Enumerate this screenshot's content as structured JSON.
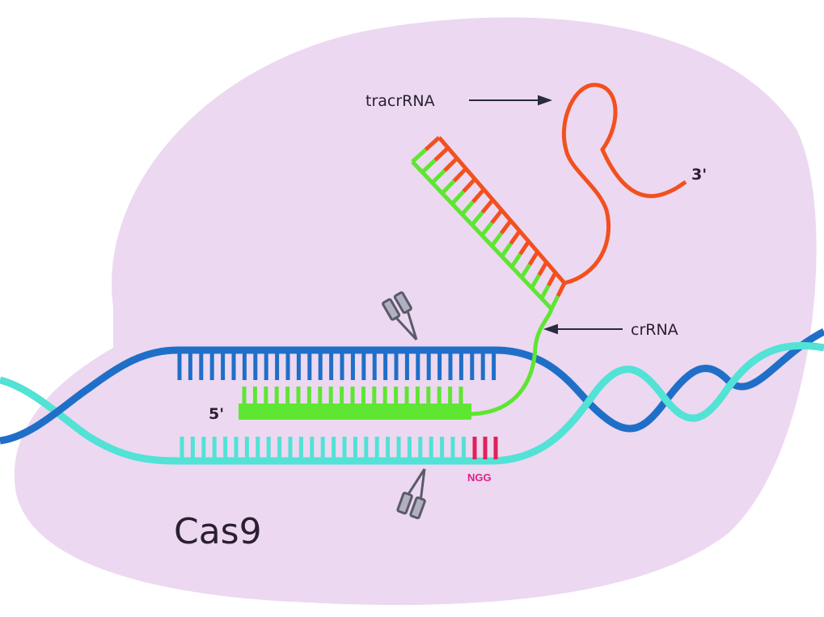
{
  "labels": {
    "tracrrna": "tracrRNA",
    "three_prime": "3'",
    "crrna": "crRNA",
    "five_prime": "5'",
    "pam": "NGG",
    "protein": "Cas9"
  },
  "colors": {
    "protein": "#ecd8f0",
    "target_strand": "#1f6fc8",
    "non_target_strand": "#52e2d6",
    "crrna": "#5ee632",
    "tracrrna": "#f2501e",
    "pam": "#e0205a",
    "scissors": "#5a5a6a"
  }
}
